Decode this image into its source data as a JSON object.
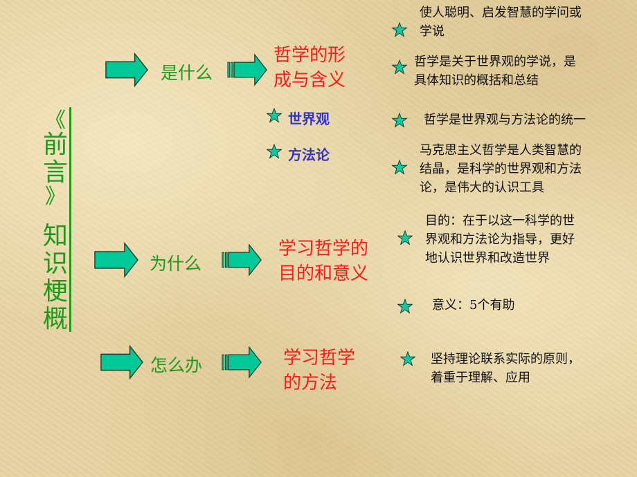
{
  "slide": {
    "title_chars": [
      "《",
      "前",
      "言",
      "》",
      "知",
      "识",
      "梗",
      "概"
    ],
    "colors": {
      "title_green": "#1b9a1b",
      "question_green": "#1e9a1e",
      "topic_red": "#ff1a1a",
      "sub_blue": "#3333cc",
      "arrow_fill": "#00c896",
      "star_fill": "#14c8a0",
      "background": "#e6d3a3"
    },
    "rows": [
      {
        "question": "是什么",
        "topic_lines": [
          "哲学的形",
          "成与含义"
        ],
        "subs": [
          "世界观",
          "方法论"
        ],
        "notes": [
          {
            "lines": [
              "使人聪明、启发智慧的学问或",
              "学说"
            ]
          },
          {
            "lines": [
              "哲学是关于世界观的学说，是",
              "具体知识的概括和总结"
            ]
          },
          {
            "lines": [
              "哲学是世界观与方法论的统一"
            ]
          },
          {
            "lines": [
              "马克思主义哲学是人类智慧的",
              "结晶，是科学的世界观和方法",
              "论，是伟大的认识工具"
            ]
          }
        ]
      },
      {
        "question": "为什么",
        "topic_lines": [
          "学习哲学的",
          "目的和意义"
        ],
        "notes": [
          {
            "lines": [
              "目的：在于以这一科学的世",
              "界观和方法论为指导，更好",
              "地认识世界和改造世界"
            ]
          },
          {
            "lines": [
              "意义：5个有助"
            ]
          }
        ]
      },
      {
        "question": "怎么办",
        "topic_lines": [
          "学习哲学",
          "的方法"
        ],
        "notes": [
          {
            "lines": [
              "坚持理论联系实际的原则，",
              "着重于理解、应用"
            ]
          }
        ]
      }
    ]
  }
}
